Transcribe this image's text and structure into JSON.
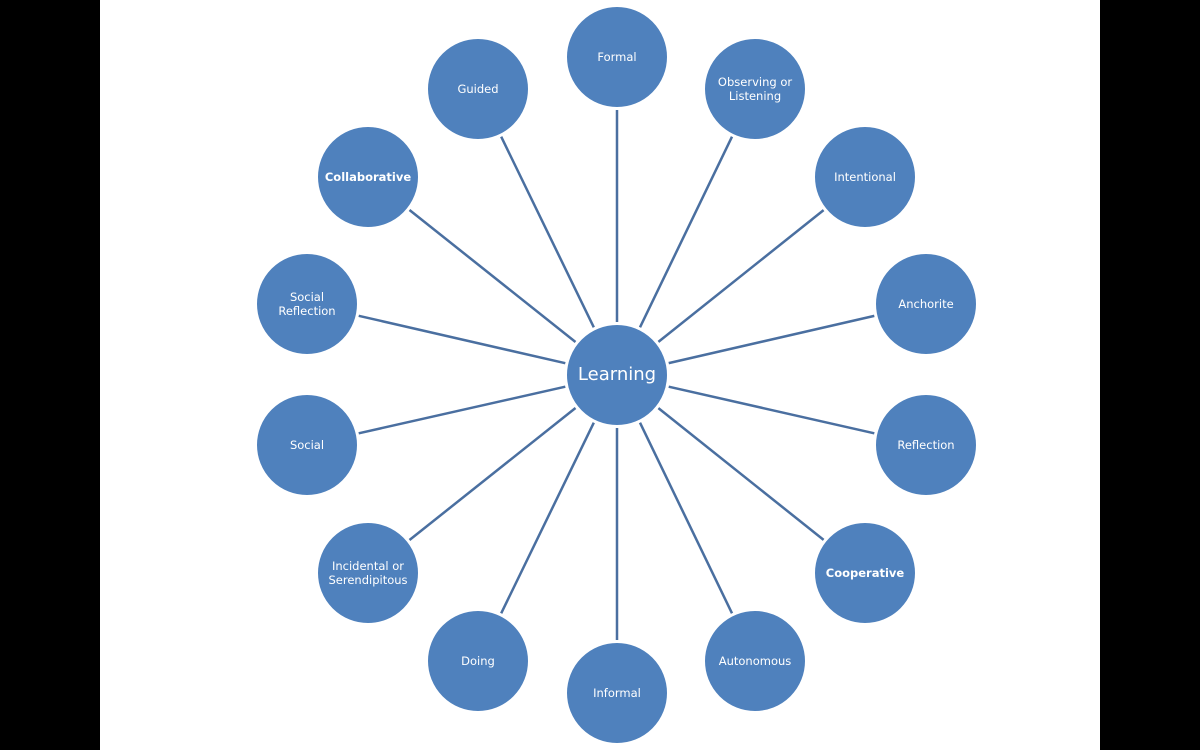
{
  "diagram": {
    "center": {
      "label": "Learning"
    },
    "colors": {
      "fill": "#4f81bd",
      "line": "#4a6fa0",
      "text": "#ffffff",
      "background": "#ffffff",
      "letterbox": "#000000"
    },
    "nodes": [
      {
        "label": "Formal",
        "bold": false
      },
      {
        "label": "Observing or\nListening",
        "bold": false
      },
      {
        "label": "Intentional",
        "bold": false
      },
      {
        "label": "Anchorite",
        "bold": false
      },
      {
        "label": "Reflection",
        "bold": false
      },
      {
        "label": "Cooperative",
        "bold": true
      },
      {
        "label": "Autonomous",
        "bold": false
      },
      {
        "label": "Informal",
        "bold": false
      },
      {
        "label": "Doing",
        "bold": false
      },
      {
        "label": "Incidental or\nSerendipitous",
        "bold": false
      },
      {
        "label": "Social",
        "bold": false
      },
      {
        "label": "Social\nReflection",
        "bold": false
      },
      {
        "label": "Collaborative",
        "bold": true
      },
      {
        "label": "Guided",
        "bold": false
      }
    ]
  }
}
